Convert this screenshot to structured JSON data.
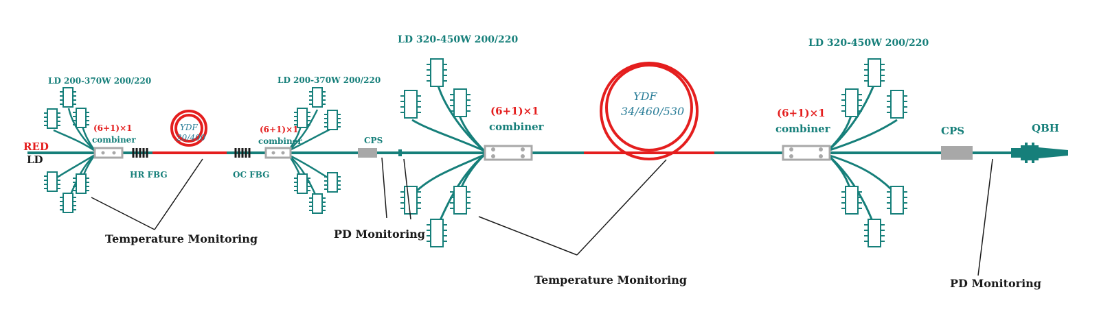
{
  "labels": {
    "red_ld_line1": "RED",
    "red_ld_line2": "LD",
    "ld1": "LD 200-370W 200/220",
    "ld2": "LD 200-370W 200/220",
    "ld3": "LD 320-450W 200/220",
    "ld4": "LD 320-450W 200/220",
    "combiner_ratio": "(6+1)×1",
    "combiner_word": "combiner",
    "ydf1_line1": "YDF",
    "ydf1_line2": "20/400",
    "ydf2_line1": "YDF",
    "ydf2_line2": "34/460/530",
    "hr_fbg": "HR FBG",
    "oc_fbg": "OC FBG",
    "cps": "CPS",
    "qbh": "QBH",
    "temperature_monitoring": "Temperature Monitoring",
    "pd_monitoring": "PD Monitoring"
  },
  "colors": {
    "fiber": "#167f7a",
    "active_fiber": "#e41e1e",
    "component_gray": "#a8a8a8",
    "text_teal": "#167f7a",
    "text_red": "#e41e1e",
    "text_dark": "#1a1a1a",
    "ydf_text": "#2a7d98"
  }
}
